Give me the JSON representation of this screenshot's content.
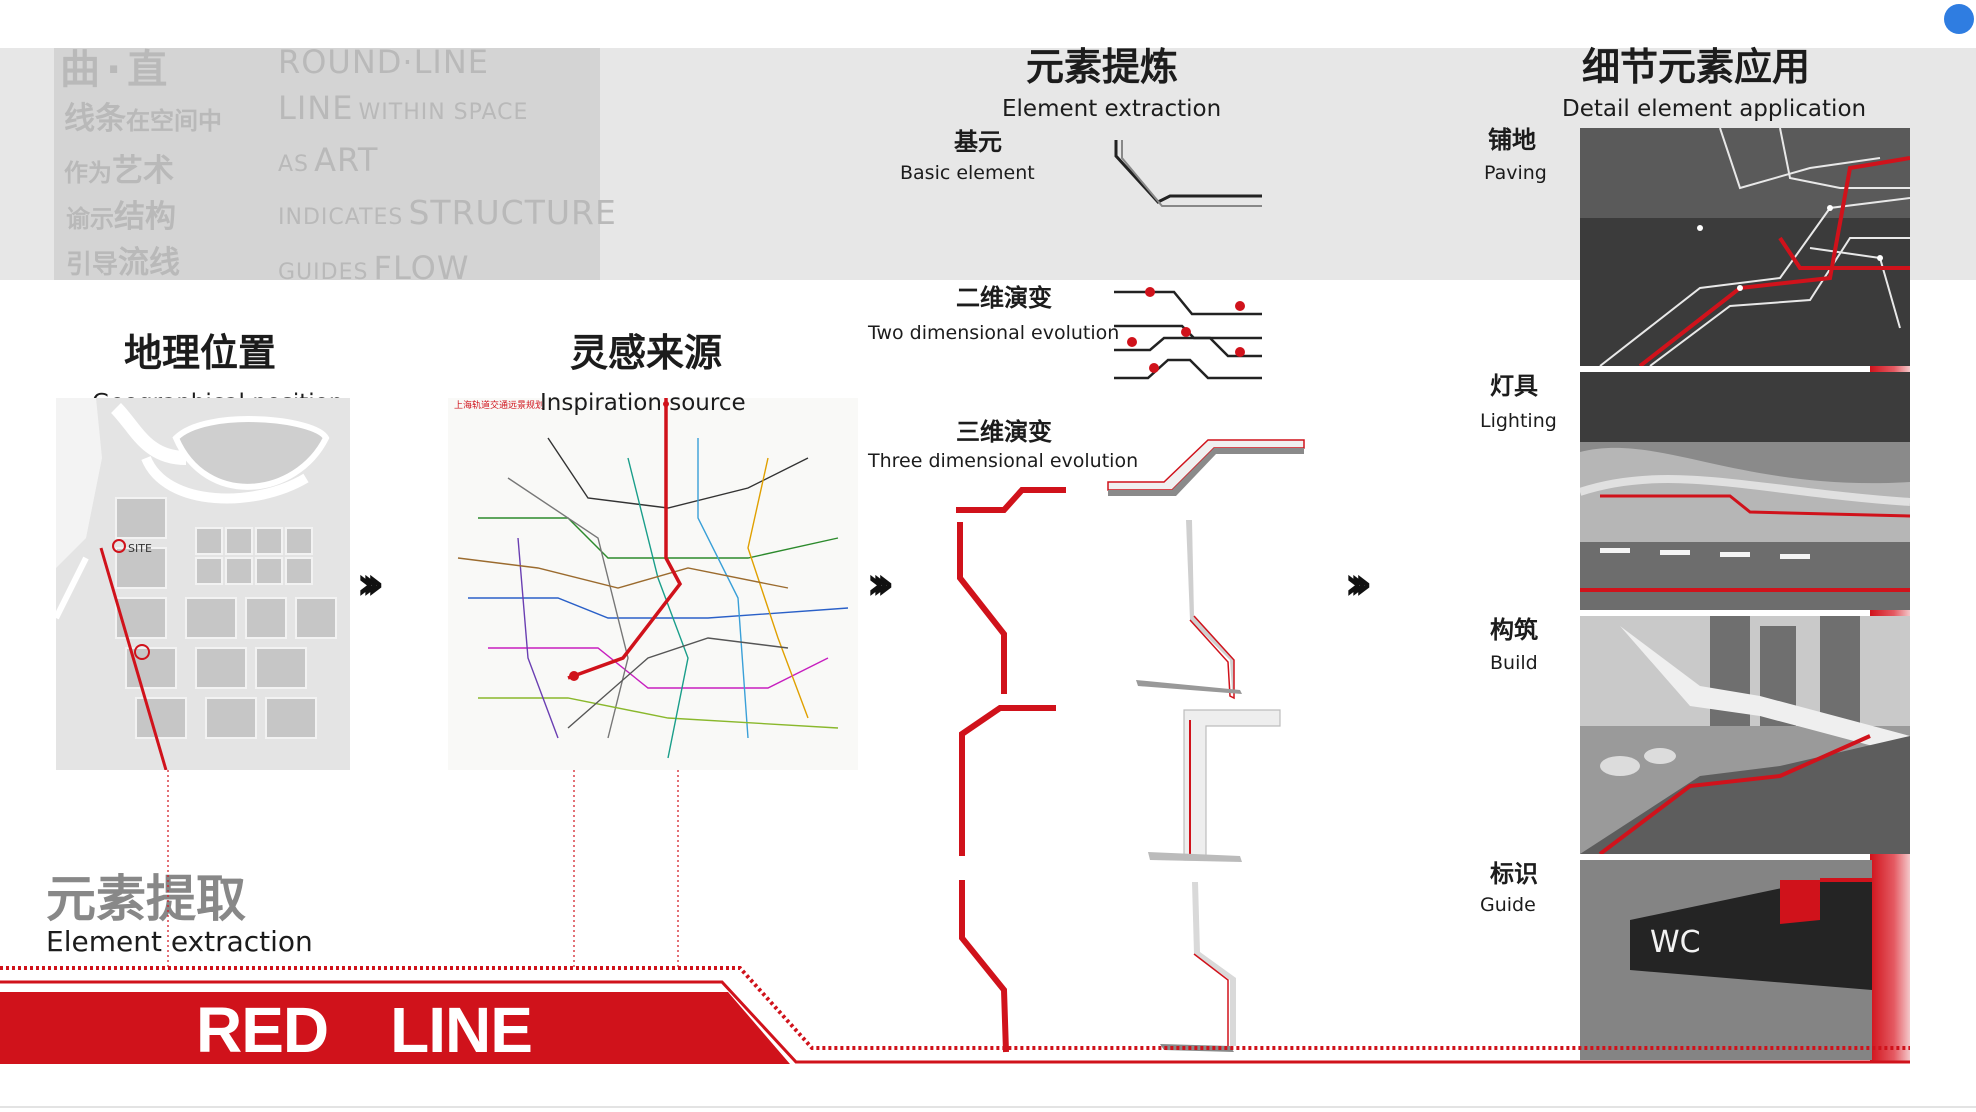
{
  "slogan": {
    "cn": {
      "line1": "曲·直",
      "line2a": "线条",
      "line2b": "在空间中",
      "line3a": "作为",
      "line3b": "艺术",
      "line4a": "谕示",
      "line4b": "结构",
      "line5a": "引导",
      "line5b": "流线"
    },
    "en": {
      "line1": "ROUND·LINE",
      "line2a": "LINE",
      "line2b": "WITHIN SPACE",
      "line3a": "AS",
      "line3b": "ART",
      "line4a": "INDICATES",
      "line4b": "STRUCTURE",
      "line5a": "GUIDES",
      "line5b": "FLOW"
    }
  },
  "geo": {
    "title_cn": "地理位置",
    "title_en": "Geographical position",
    "site_label": "SITE"
  },
  "inspiration": {
    "title_cn": "灵感来源",
    "title_en": "Inspiration source",
    "map_caption": "上海轨道交通远景规划"
  },
  "extraction": {
    "title_cn": "元素提炼",
    "title_en": "Element extraction",
    "basic_cn": "基元",
    "basic_en": "Basic element",
    "two_d_cn": "二维演变",
    "two_d_en": "Two dimensional evolution",
    "three_d_cn": "三维演变",
    "three_d_en": "Three dimensional evolution"
  },
  "application": {
    "title_cn": "细节元素应用",
    "title_en": "Detail element application",
    "items": [
      {
        "cn": "铺地",
        "en": "Paving"
      },
      {
        "cn": "灯具",
        "en": "Lighting"
      },
      {
        "cn": "构筑",
        "en": "Build"
      },
      {
        "cn": "标识",
        "en": "Guide"
      }
    ],
    "sign_text": "WC"
  },
  "footer": {
    "extraction_cn": "元素提取",
    "extraction_en": "Element extraction",
    "red_line_word1": "RED",
    "red_line_word2": "LINE"
  },
  "arrows": {
    "symbol": "›››"
  },
  "colors": {
    "accent_red": "#d0121b",
    "band_grey": "#e7e7e7",
    "slogan_grey": "#b9b9b9",
    "text_dark": "#1c1c1c"
  }
}
